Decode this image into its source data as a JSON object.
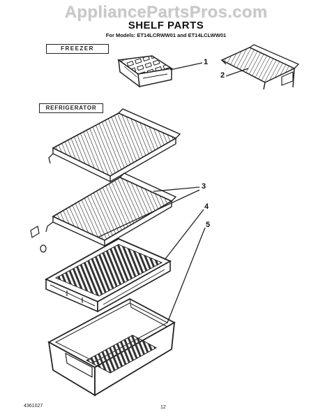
{
  "watermark": "AppliancePartsPros.com",
  "title": "SHELF PARTS",
  "subtitle": "For Models: ET14LCRWW01 and ET14LCLWW01",
  "sections": {
    "freezer": "FREEZER",
    "refrigerator": "REFRIGERATOR"
  },
  "callouts": {
    "c1": "1",
    "c2": "2",
    "c3": "3",
    "c4": "4",
    "c5": "5"
  },
  "footer": {
    "doc_number": "4361027",
    "page_number": "12"
  }
}
